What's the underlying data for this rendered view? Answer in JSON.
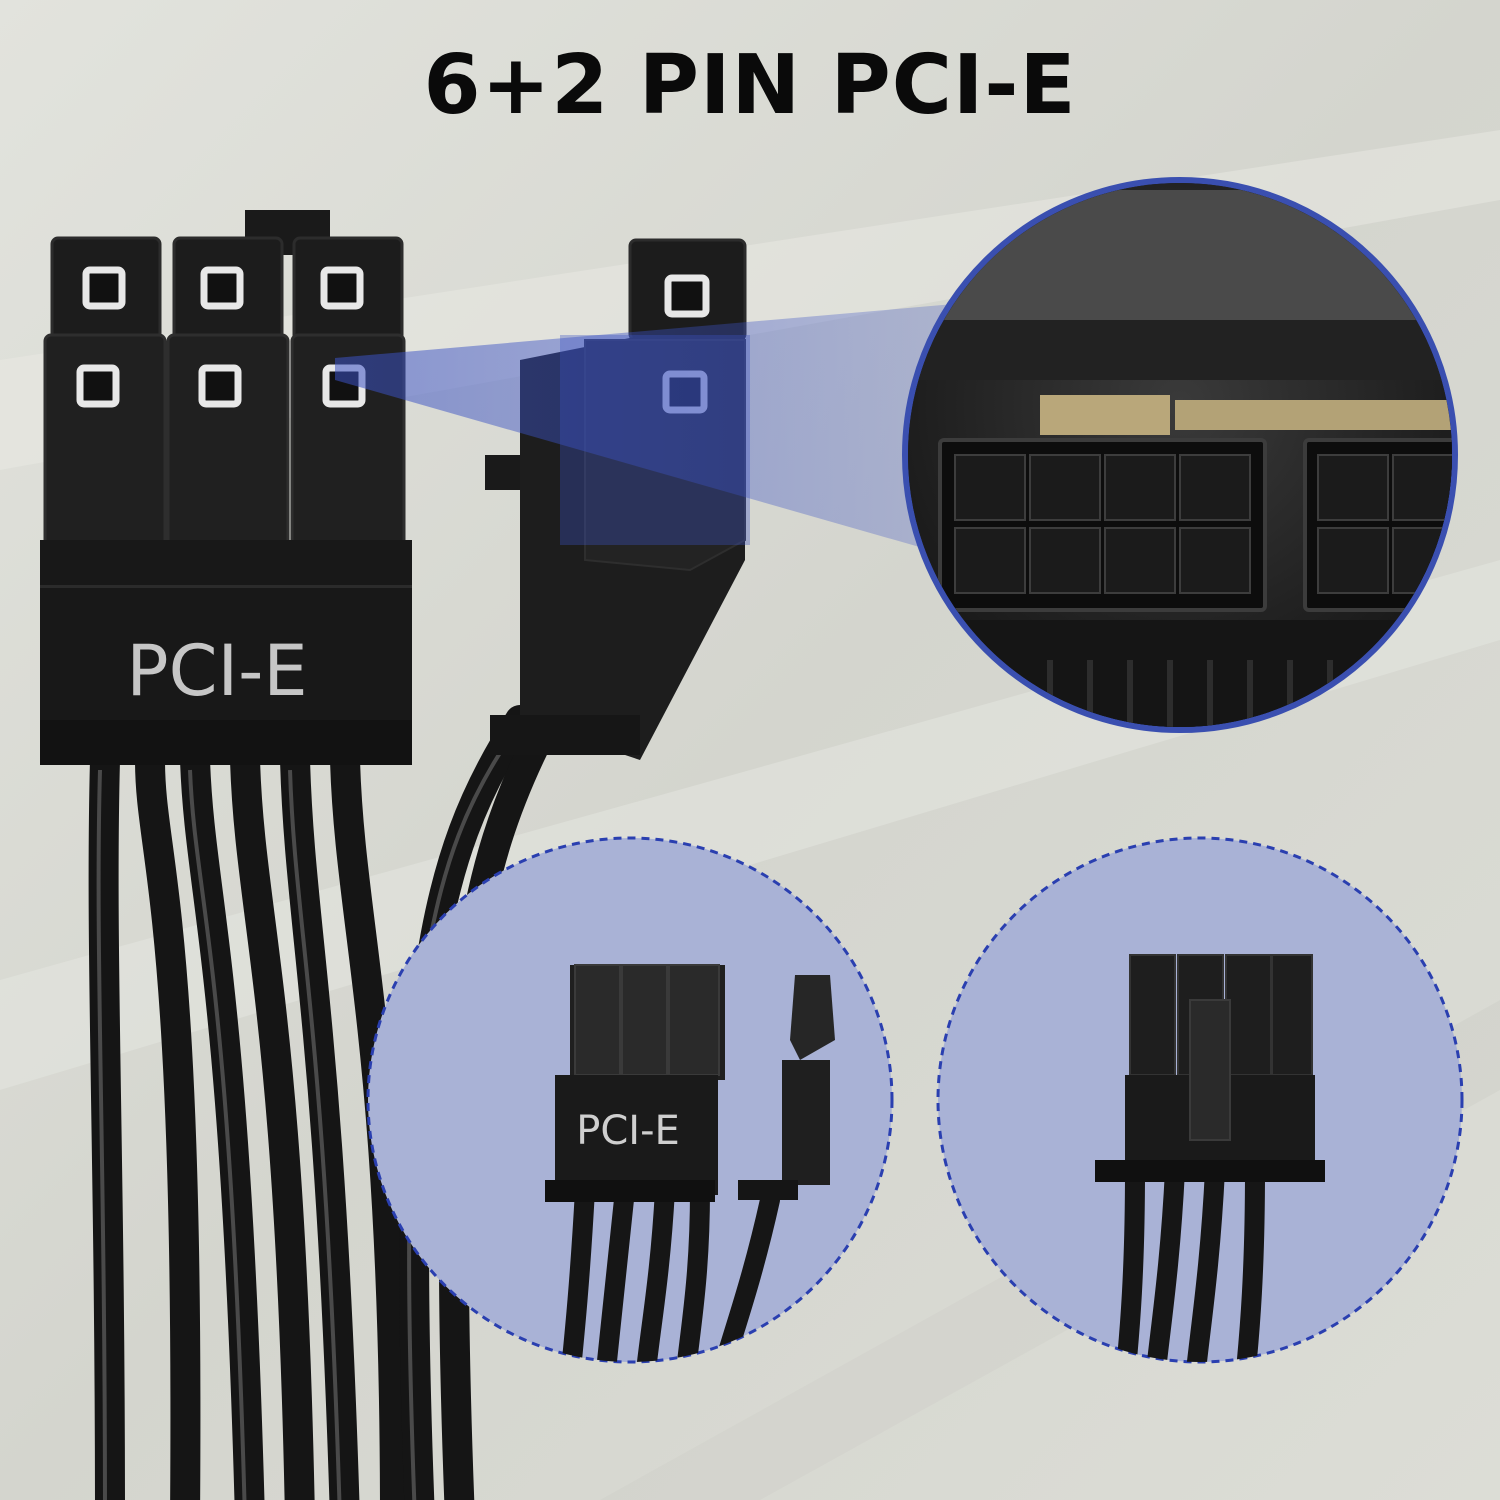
{
  "headline": "6+2 PIN PCI-E",
  "connector_label": "PCI-E",
  "inset_connector_label": "PCI-E",
  "colors": {
    "background": "#d9dad3",
    "connector": "#1b1b1b",
    "highlight_blue": "#3a4fb0",
    "inset_circle": "#a7b1d6",
    "dashed_outline": "#2a3fb0"
  }
}
